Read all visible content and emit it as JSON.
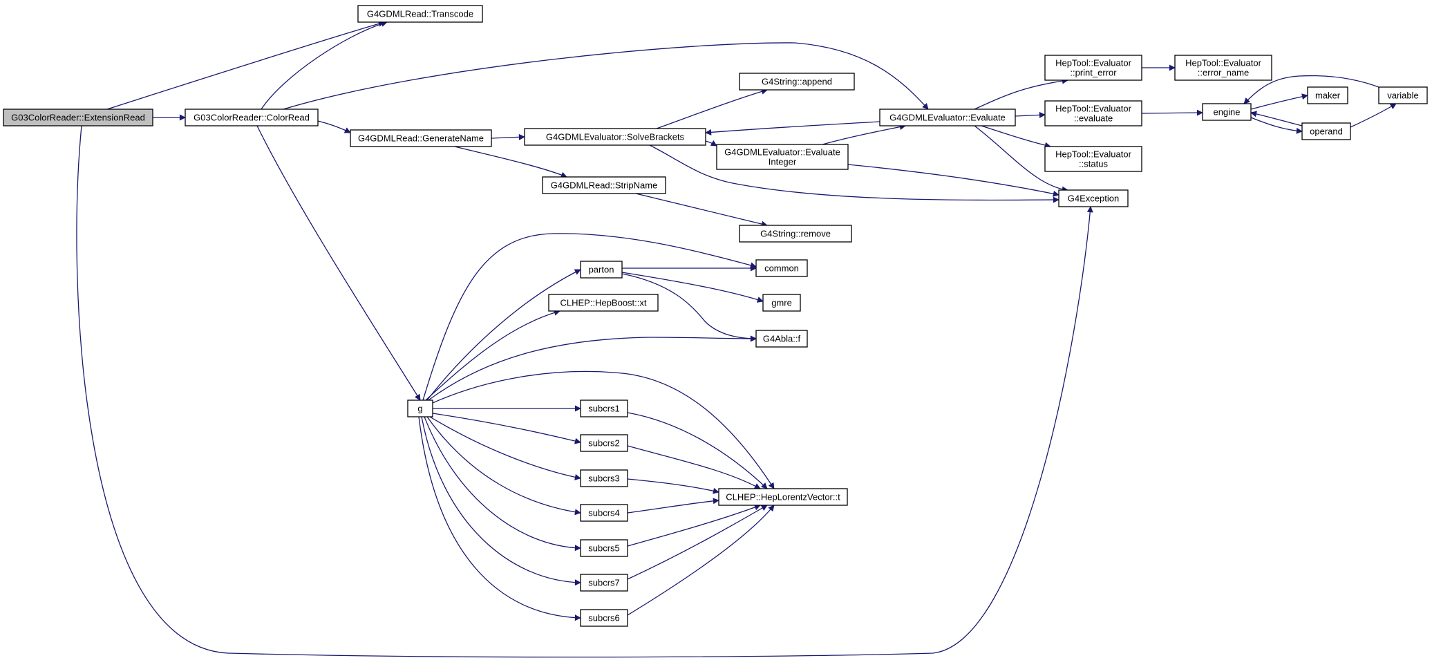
{
  "graph": {
    "root_fill": "#bfbfbf",
    "node_fill": "#ffffff",
    "edge_color": "#191970",
    "nodes": [
      {
        "id": "extread",
        "lines": [
          "G03ColorReader::ExtensionRead"
        ],
        "root": true
      },
      {
        "id": "colorread",
        "lines": [
          "G03ColorReader::ColorRead"
        ]
      },
      {
        "id": "transcode",
        "lines": [
          "G4GDMLRead::Transcode"
        ]
      },
      {
        "id": "genname",
        "lines": [
          "G4GDMLRead::GenerateName"
        ]
      },
      {
        "id": "solvebr",
        "lines": [
          "G4GDMLEvaluator::SolveBrackets"
        ]
      },
      {
        "id": "append",
        "lines": [
          "G4String::append"
        ]
      },
      {
        "id": "evalint",
        "lines": [
          "G4GDMLEvaluator::Evaluate",
          "Integer"
        ]
      },
      {
        "id": "stripname",
        "lines": [
          "G4GDMLRead::StripName"
        ]
      },
      {
        "id": "remove",
        "lines": [
          "G4String::remove"
        ]
      },
      {
        "id": "evaluate",
        "lines": [
          "G4GDMLEvaluator::Evaluate"
        ]
      },
      {
        "id": "printerr",
        "lines": [
          "HepTool::Evaluator",
          "::print_error"
        ]
      },
      {
        "id": "errname",
        "lines": [
          "HepTool::Evaluator",
          "::error_name"
        ]
      },
      {
        "id": "hevaluate",
        "lines": [
          "HepTool::Evaluator",
          "::evaluate"
        ]
      },
      {
        "id": "status",
        "lines": [
          "HepTool::Evaluator",
          "::status"
        ]
      },
      {
        "id": "g4exc",
        "lines": [
          "G4Exception"
        ]
      },
      {
        "id": "engine",
        "lines": [
          "engine"
        ]
      },
      {
        "id": "maker",
        "lines": [
          "maker"
        ]
      },
      {
        "id": "variable",
        "lines": [
          "variable"
        ]
      },
      {
        "id": "operand",
        "lines": [
          "operand"
        ]
      },
      {
        "id": "g",
        "lines": [
          "g"
        ]
      },
      {
        "id": "parton",
        "lines": [
          "parton"
        ]
      },
      {
        "id": "common",
        "lines": [
          "common"
        ]
      },
      {
        "id": "gmre",
        "lines": [
          "gmre"
        ]
      },
      {
        "id": "xt",
        "lines": [
          "CLHEP::HepBoost::xt"
        ]
      },
      {
        "id": "ablaf",
        "lines": [
          "G4Abla::f"
        ]
      },
      {
        "id": "subcrs1",
        "lines": [
          "subcrs1"
        ]
      },
      {
        "id": "subcrs2",
        "lines": [
          "subcrs2"
        ]
      },
      {
        "id": "subcrs3",
        "lines": [
          "subcrs3"
        ]
      },
      {
        "id": "subcrs4",
        "lines": [
          "subcrs4"
        ]
      },
      {
        "id": "subcrs5",
        "lines": [
          "subcrs5"
        ]
      },
      {
        "id": "subcrs7",
        "lines": [
          "subcrs7"
        ]
      },
      {
        "id": "subcrs6",
        "lines": [
          "subcrs6"
        ]
      },
      {
        "id": "lorentz",
        "lines": [
          "CLHEP::HepLorentzVector::t"
        ]
      }
    ],
    "edges": [
      {
        "from": "extread",
        "to": "colorread"
      },
      {
        "from": "extread",
        "to": "transcode"
      },
      {
        "from": "extread",
        "to": "g4exc"
      },
      {
        "from": "colorread",
        "to": "transcode"
      },
      {
        "from": "colorread",
        "to": "evaluate"
      },
      {
        "from": "colorread",
        "to": "genname"
      },
      {
        "from": "colorread",
        "to": "g"
      },
      {
        "from": "genname",
        "to": "solvebr"
      },
      {
        "from": "genname",
        "to": "stripname"
      },
      {
        "from": "solvebr",
        "to": "append"
      },
      {
        "from": "solvebr",
        "to": "evalint"
      },
      {
        "from": "solvebr",
        "to": "g4exc"
      },
      {
        "from": "evalint",
        "to": "evaluate"
      },
      {
        "from": "evalint",
        "to": "g4exc"
      },
      {
        "from": "stripname",
        "to": "remove"
      },
      {
        "from": "evaluate",
        "to": "solvebr"
      },
      {
        "from": "evaluate",
        "to": "printerr"
      },
      {
        "from": "evaluate",
        "to": "hevaluate"
      },
      {
        "from": "evaluate",
        "to": "status"
      },
      {
        "from": "evaluate",
        "to": "g4exc"
      },
      {
        "from": "printerr",
        "to": "errname"
      },
      {
        "from": "hevaluate",
        "to": "engine"
      },
      {
        "from": "engine",
        "to": "maker"
      },
      {
        "from": "engine",
        "to": "operand"
      },
      {
        "from": "operand",
        "to": "engine"
      },
      {
        "from": "operand",
        "to": "variable"
      },
      {
        "from": "variable",
        "to": "engine"
      },
      {
        "from": "g",
        "to": "parton"
      },
      {
        "from": "g",
        "to": "common"
      },
      {
        "from": "g",
        "to": "xt"
      },
      {
        "from": "g",
        "to": "ablaf"
      },
      {
        "from": "g",
        "to": "subcrs1"
      },
      {
        "from": "g",
        "to": "subcrs2"
      },
      {
        "from": "g",
        "to": "subcrs3"
      },
      {
        "from": "g",
        "to": "subcrs4"
      },
      {
        "from": "g",
        "to": "subcrs5"
      },
      {
        "from": "g",
        "to": "subcrs7"
      },
      {
        "from": "g",
        "to": "subcrs6"
      },
      {
        "from": "g",
        "to": "lorentz"
      },
      {
        "from": "parton",
        "to": "common"
      },
      {
        "from": "parton",
        "to": "gmre"
      },
      {
        "from": "parton",
        "to": "ablaf"
      },
      {
        "from": "subcrs1",
        "to": "lorentz"
      },
      {
        "from": "subcrs2",
        "to": "lorentz"
      },
      {
        "from": "subcrs3",
        "to": "lorentz"
      },
      {
        "from": "subcrs4",
        "to": "lorentz"
      },
      {
        "from": "subcrs5",
        "to": "lorentz"
      },
      {
        "from": "subcrs7",
        "to": "lorentz"
      },
      {
        "from": "subcrs6",
        "to": "lorentz"
      }
    ]
  }
}
